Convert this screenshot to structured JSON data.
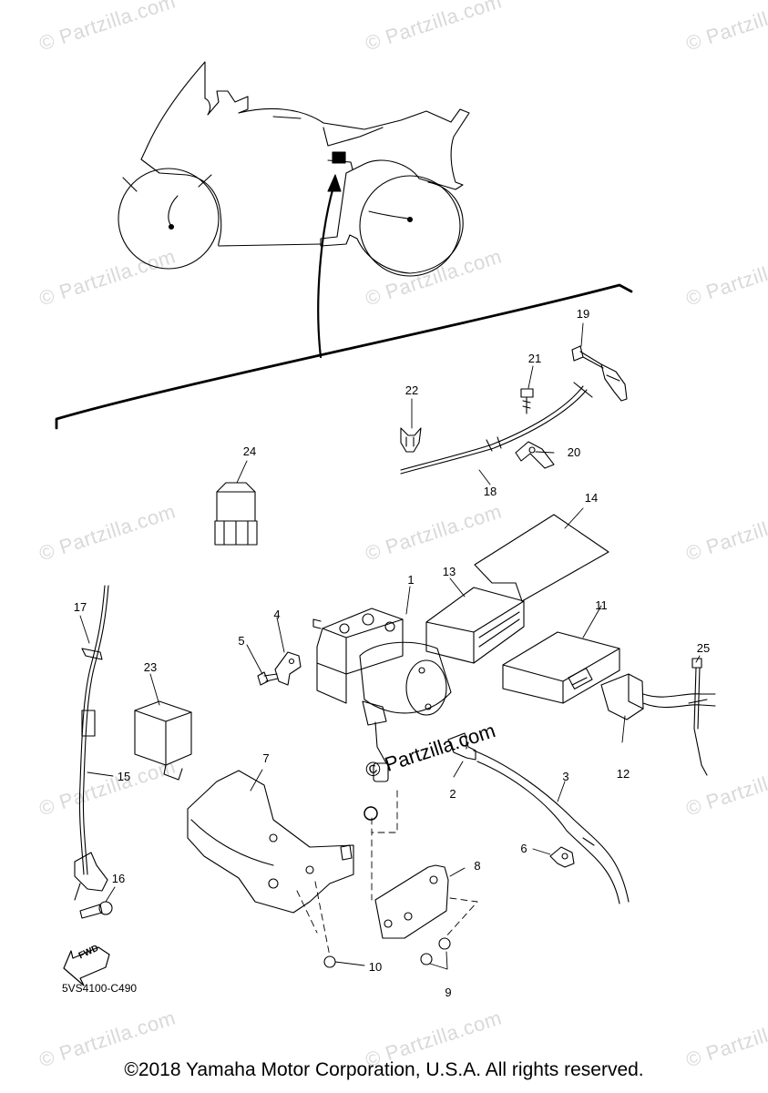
{
  "watermark": {
    "text": "© Partzilla.com"
  },
  "center_watermark": {
    "text": "© Partzilla.com"
  },
  "diagram_code": "5VS4100-C490",
  "fwd_label": "FWD",
  "copyright": "©2018 Yamaha Motor Corporation, U.S.A. All rights reserved.",
  "callouts": {
    "c1": "1",
    "c2": "2",
    "c3": "3",
    "c4": "4",
    "c5": "5",
    "c6": "6",
    "c7": "7",
    "c8": "8",
    "c9": "9",
    "c10": "10",
    "c11": "11",
    "c12": "12",
    "c13": "13",
    "c14": "14",
    "c15": "15",
    "c16": "16",
    "c17": "17",
    "c18": "18",
    "c19": "19",
    "c20": "20",
    "c21": "21",
    "c22": "22",
    "c23": "23",
    "c24": "24",
    "c25": "25"
  }
}
